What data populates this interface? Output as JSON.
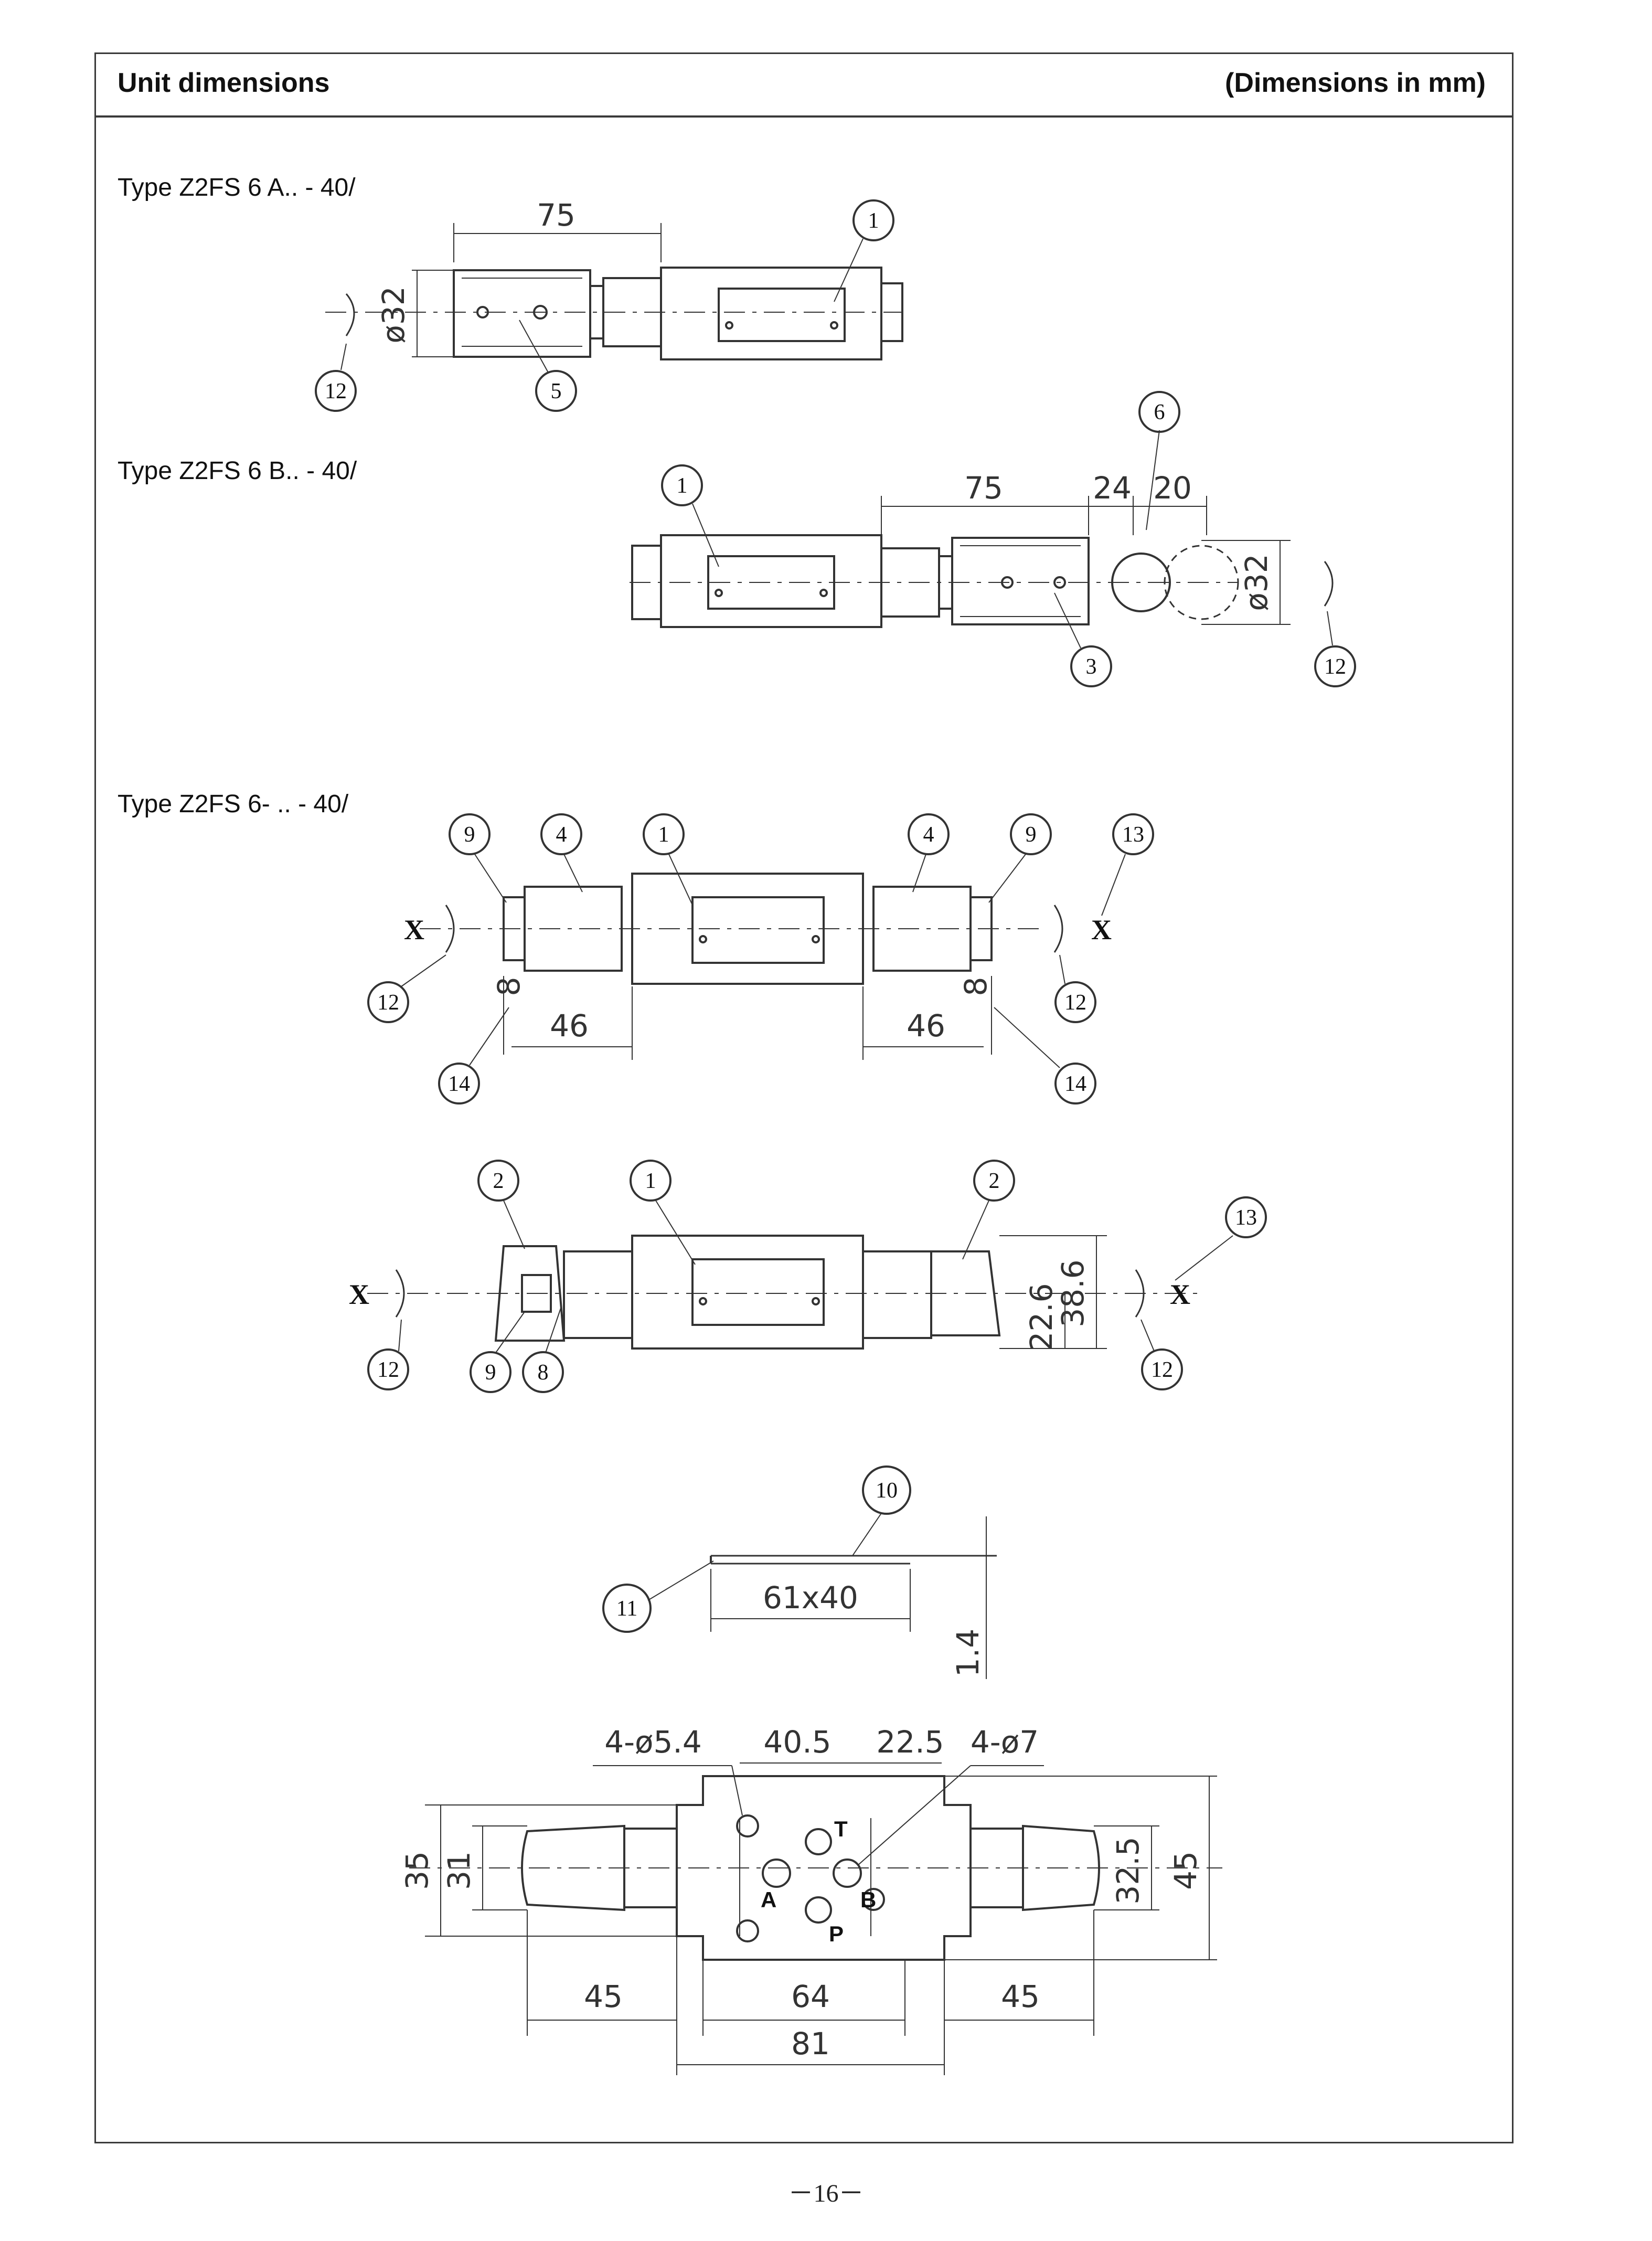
{
  "header": {
    "title": "Unit dimensions",
    "units_note": "(Dimensions in mm)"
  },
  "sections": {
    "type_a": "Type Z2FS 6 A.. - 40/",
    "type_b": "Type Z2FS 6 B.. - 40/",
    "type_c": "Type Z2FS 6- .. - 40/"
  },
  "dimensions": {
    "a_length": "75",
    "a_dia": "ø32",
    "b_length": "75",
    "b_24": "24",
    "b_20": "20",
    "b_dia": "ø32",
    "c_8_left": "8",
    "c_46_left": "46",
    "c_8_right": "8",
    "c_46_right": "46",
    "d_226": "22.6",
    "d_386": "38.6",
    "plate_size": "61x40",
    "plate_thick": "1.4",
    "hole_small": "4-ø5.4",
    "dim_405": "40.5",
    "dim_225": "22.5",
    "hole_large": "4-ø7",
    "dim_35": "35",
    "dim_31": "31",
    "dim_325": "32.5",
    "dim_45_right": "45",
    "dim_45_left_bottom": "45",
    "dim_64": "64",
    "dim_45_right_bottom": "45",
    "dim_81": "81"
  },
  "ports": {
    "a": "A",
    "b": "B",
    "p": "P",
    "t": "T"
  },
  "axis_label": "X",
  "callouts": {
    "c1": "1",
    "c2": "2",
    "c3": "3",
    "c4": "4",
    "c5": "5",
    "c6": "6",
    "c8": "8",
    "c9": "9",
    "c10": "10",
    "c11": "11",
    "c12": "12",
    "c13": "13",
    "c14": "14"
  },
  "footer": {
    "page": "－16－"
  }
}
